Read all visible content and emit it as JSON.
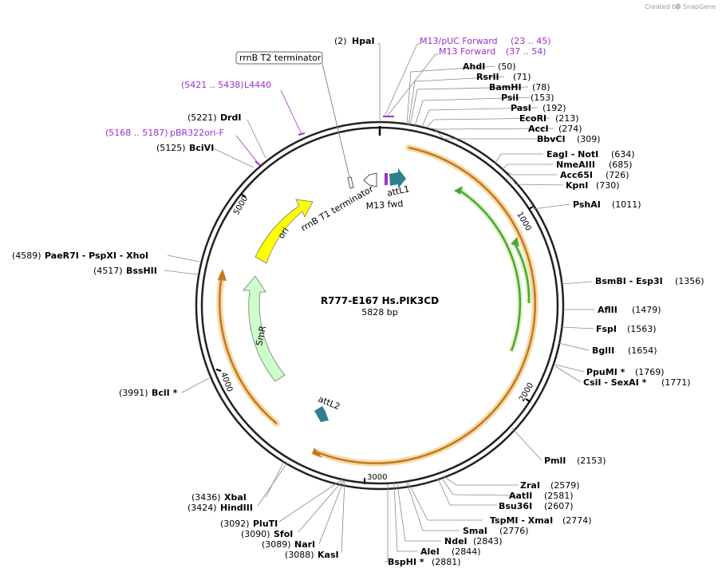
{
  "header": {
    "credit": "Created by",
    "brand": "SnapGene"
  },
  "plasmid": {
    "name": "R777-E167 Hs.PIK3CD",
    "length": "5828 bp"
  },
  "ticks": [
    "1000",
    "2000",
    "3000",
    "4000",
    "5000"
  ],
  "enzymes": [
    {
      "name": "HpaI",
      "pos": "(2)",
      "side": "left"
    },
    {
      "name": "AhdI",
      "pos": "(50)"
    },
    {
      "name": "RsrII",
      "pos": "(71)"
    },
    {
      "name": "BamHI",
      "pos": "(78)"
    },
    {
      "name": "PsiI",
      "pos": "(153)"
    },
    {
      "name": "PasI",
      "pos": "(192)"
    },
    {
      "name": "EcoRI",
      "pos": "(213)"
    },
    {
      "name": "AccI",
      "pos": "(274)"
    },
    {
      "name": "BbvCI",
      "pos": "(309)"
    },
    {
      "name": "EagI - NotI",
      "pos": "(634)"
    },
    {
      "name": "NmeAIII",
      "pos": "(685)"
    },
    {
      "name": "Acc65I",
      "pos": "(726)"
    },
    {
      "name": "KpnI",
      "pos": "(730)"
    },
    {
      "name": "PshAI",
      "pos": "(1011)"
    },
    {
      "name": "BsmBI - Esp3I",
      "pos": "(1356)"
    },
    {
      "name": "AflII",
      "pos": "(1479)"
    },
    {
      "name": "FspI",
      "pos": "(1563)"
    },
    {
      "name": "BglII",
      "pos": "(1654)"
    },
    {
      "name": "PpuMI *",
      "pos": "(1769)"
    },
    {
      "name": "CsiI - SexAI *",
      "pos": "(1771)"
    },
    {
      "name": "PmlI",
      "pos": "(2153)"
    },
    {
      "name": "ZraI",
      "pos": "(2579)"
    },
    {
      "name": "AatII",
      "pos": "(2581)"
    },
    {
      "name": "Bsu36I",
      "pos": "(2607)"
    },
    {
      "name": "TspMI - XmaI",
      "pos": "(2774)"
    },
    {
      "name": "SmaI",
      "pos": "(2776)"
    },
    {
      "name": "NdeI",
      "pos": "(2843)"
    },
    {
      "name": "AleI",
      "pos": "(2844)"
    },
    {
      "name": "BspHI *",
      "pos": "(2881)"
    },
    {
      "name": "KasI",
      "pos": "(3088)",
      "side": "left"
    },
    {
      "name": "NarI",
      "pos": "(3089)",
      "side": "left"
    },
    {
      "name": "SfoI",
      "pos": "(3090)",
      "side": "left"
    },
    {
      "name": "PluTI",
      "pos": "(3092)",
      "side": "left"
    },
    {
      "name": "HindIII",
      "pos": "(3424)",
      "side": "left"
    },
    {
      "name": "XbaI",
      "pos": "(3436)",
      "side": "left"
    },
    {
      "name": "BclI *",
      "pos": "(3991)",
      "side": "left"
    },
    {
      "name": "BssHII",
      "pos": "(4517)",
      "side": "left"
    },
    {
      "name": "PaeR7I - PspXI - XhoI",
      "pos": "(4589)",
      "side": "left"
    },
    {
      "name": "BciVI",
      "pos": "(5125)",
      "side": "left"
    },
    {
      "name": "DrdI",
      "pos": "(5221)",
      "side": "left"
    }
  ],
  "primers": [
    {
      "name": "M13/pUC Forward",
      "range": "(23 .. 45)"
    },
    {
      "name": "M13 Forward",
      "range": "(37 .. 54)"
    },
    {
      "name": "L4440",
      "range": "(5421 .. 5438)"
    },
    {
      "name": "pBR322ori-F",
      "range": "(5168 .. 5187)"
    }
  ],
  "features": {
    "rrnb_t2": "rrnB T2 terminator",
    "rrnb_t1": "rrnB T1 terminator",
    "attl1": "attL1",
    "m13fwd": "M13 fwd",
    "attl2": "attL2",
    "ori": "ori",
    "smr": "SmR"
  },
  "colors": {
    "orf": "#c07a20",
    "orf_glow": "#f9d9a8",
    "green": "#4aa832",
    "ori": "#ffff00",
    "smr": "#ccffcc",
    "att": "#2e7f8f",
    "primer": "#9b30c8"
  }
}
